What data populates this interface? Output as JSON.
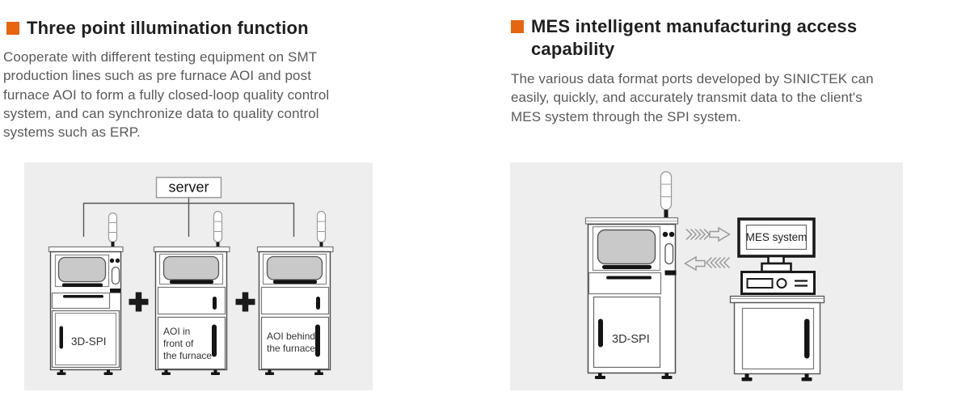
{
  "sections": {
    "left": {
      "title": "Three point illumination function",
      "body_lines": [
        "Cooperate with different testing equipment on SMT",
        "production lines such as pre furnace AOI and post",
        "furnace AOI to form a fully closed-loop quality control",
        "system, and can synchronize data to quality control",
        "systems such as ERP."
      ],
      "diagram": {
        "server_label": "server",
        "machine1_label": "3D-SPI",
        "machine2_label_lines": [
          "AOI in",
          "front of",
          "the furnace"
        ],
        "machine3_label_lines": [
          "AOI behind",
          "the furnace"
        ]
      }
    },
    "right": {
      "title_lines": [
        "MES intelligent manufacturing access",
        "capability"
      ],
      "body_lines": [
        "The various data format ports developed by SINICTEK can",
        "easily, quickly, and accurately transmit data to the client's",
        "MES system through the SPI system."
      ],
      "diagram": {
        "machine_label": "3D-SPI",
        "monitor_label": "MES system"
      }
    }
  },
  "colors": {
    "accent_orange": "#e8650f",
    "panel_bg": "#eeeeee",
    "title_text": "#1f1f1f",
    "body_text": "#5b5959",
    "screen_gray": "#c9c9c9"
  }
}
